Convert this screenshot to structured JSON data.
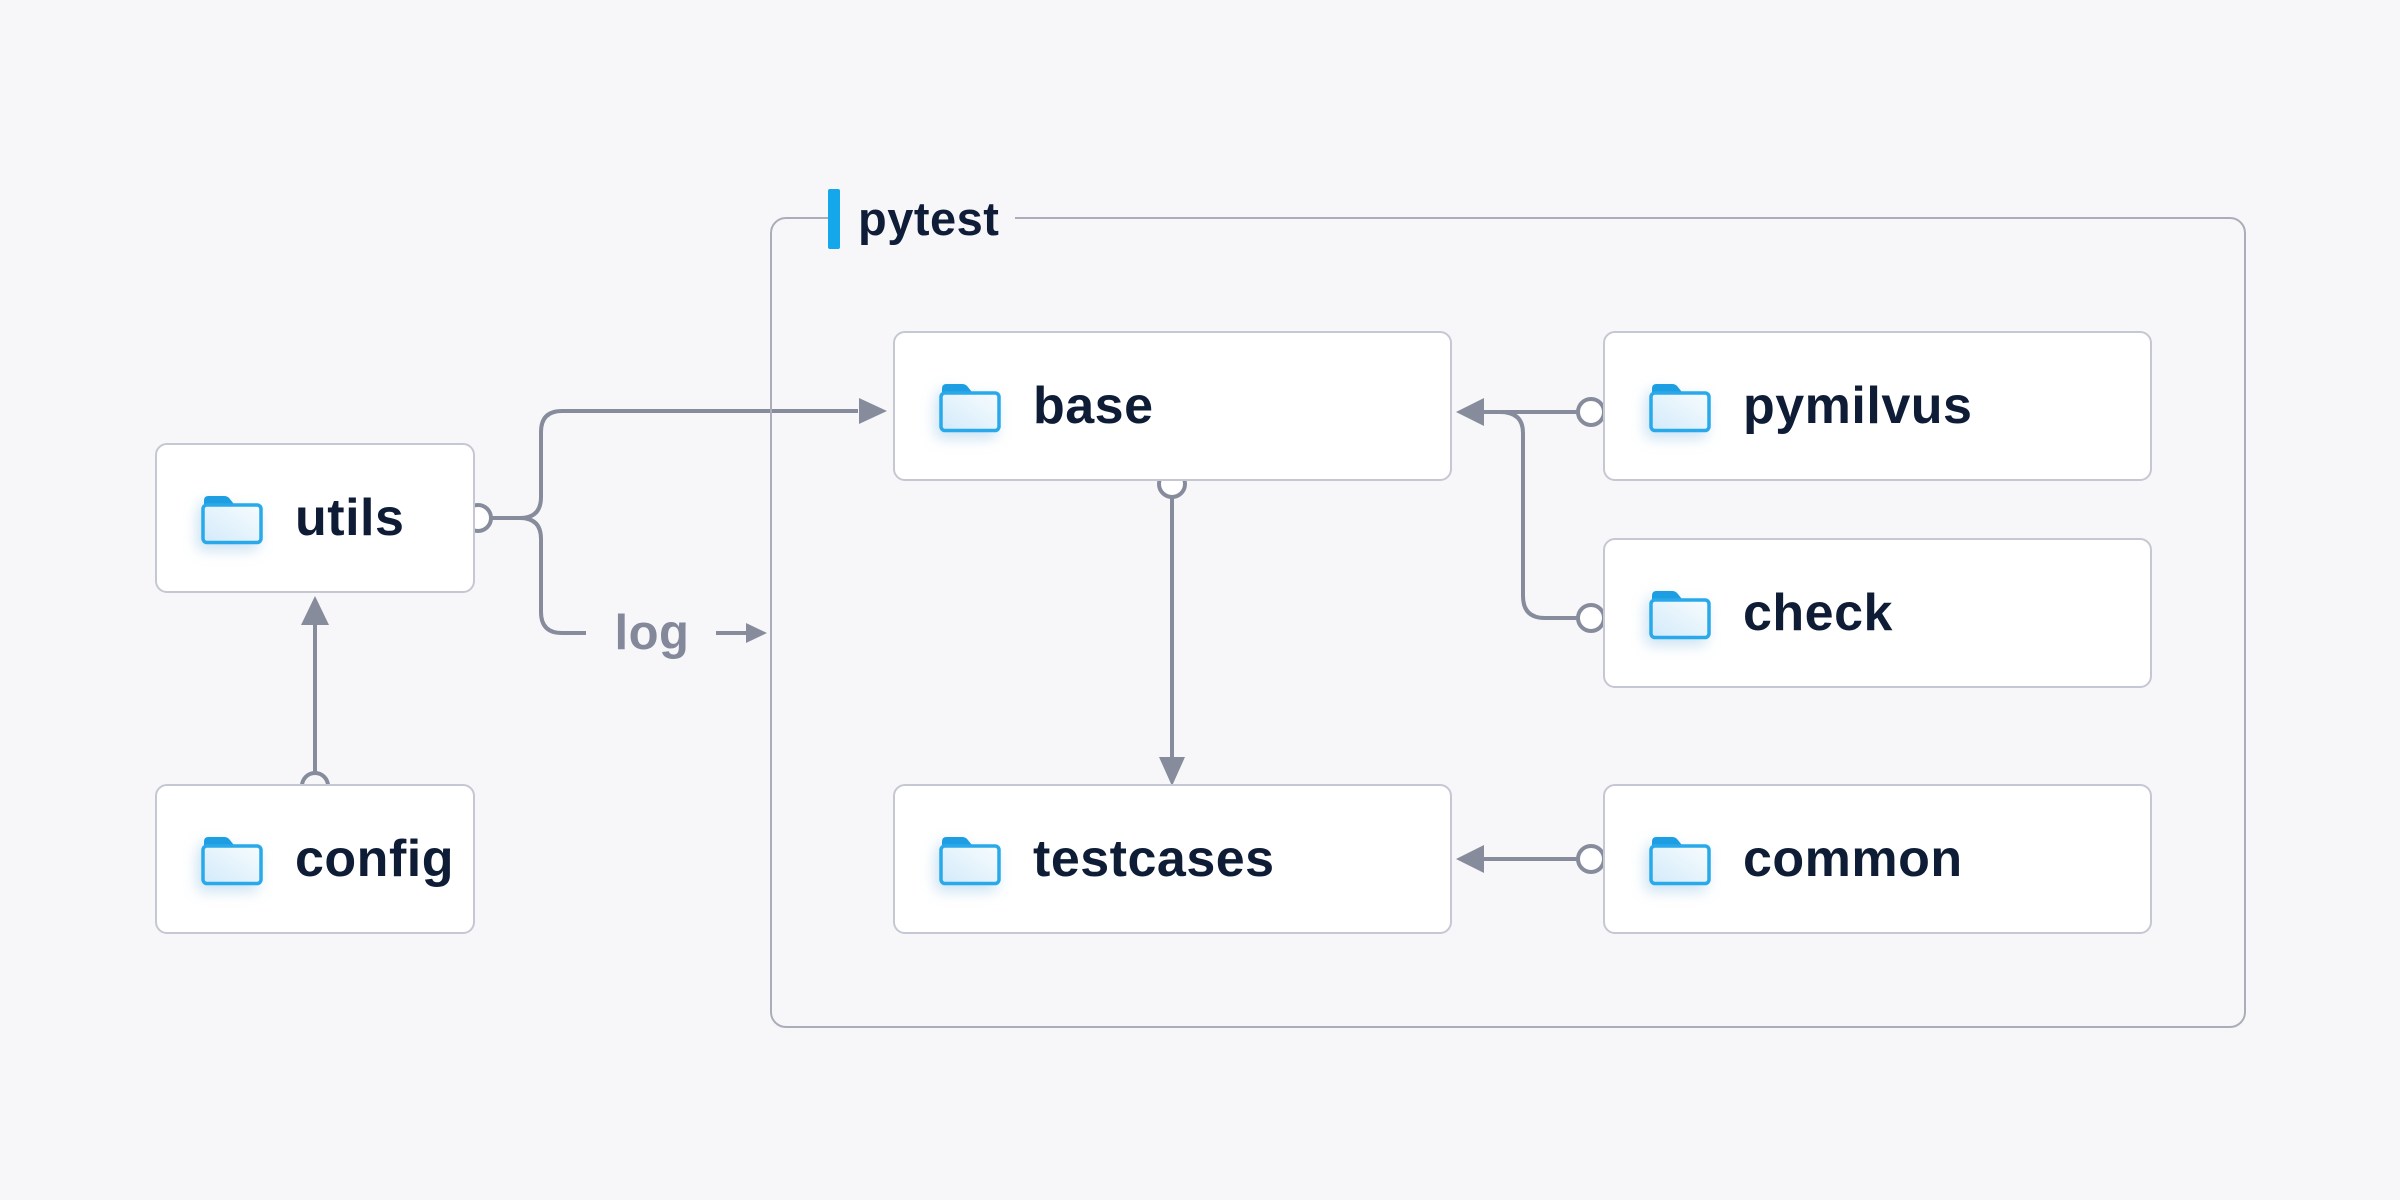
{
  "diagram": {
    "container_label": "pytest",
    "nodes": {
      "utils": {
        "label": "utils"
      },
      "config": {
        "label": "config"
      },
      "base": {
        "label": "base"
      },
      "pymilvus": {
        "label": "pymilvus"
      },
      "check": {
        "label": "check"
      },
      "testcases": {
        "label": "testcases"
      },
      "common": {
        "label": "common"
      }
    },
    "edge_labels": {
      "log": "log"
    },
    "edges": [
      {
        "from": "config",
        "to": "utils",
        "style": "arrow"
      },
      {
        "from": "utils",
        "to": "base",
        "style": "arrow"
      },
      {
        "from": "utils",
        "to": "pytest",
        "style": "arrow",
        "label": "log"
      },
      {
        "from": "pymilvus",
        "to": "base",
        "style": "arrow"
      },
      {
        "from": "check",
        "to": "base",
        "style": "arrow-merged"
      },
      {
        "from": "base",
        "to": "testcases",
        "style": "arrow"
      },
      {
        "from": "common",
        "to": "testcases",
        "style": "arrow"
      }
    ],
    "icons": {
      "node_icon": "folder-icon"
    },
    "colors": {
      "background": "#f7f7f9",
      "accent_blue": "#14a8ea",
      "folder_stroke": "#2aa9ea",
      "folder_tab": "#1d9ee3",
      "line_gray": "#878c9d",
      "text_navy": "#0e1c36",
      "muted_label_gray": "#83889b",
      "node_border": "#c5c8d2",
      "container_border": "#abaeba"
    }
  }
}
